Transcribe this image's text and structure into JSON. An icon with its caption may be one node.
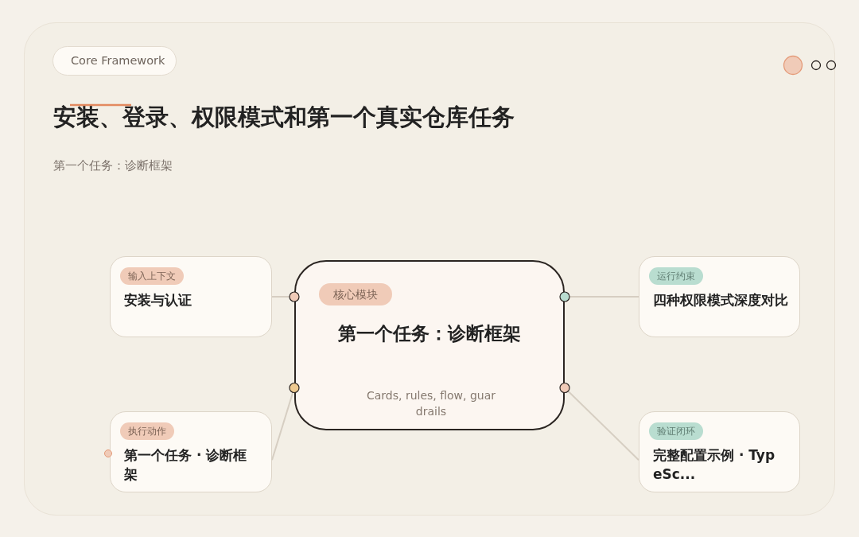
{
  "diagram": {
    "title": "安装、登录、权限模式和第一个真实仓库任务",
    "nodes": [
      {
        "text": [
          "核心模块",
          "第一个任务：诊断框架",
          "Cards, rules, flow, guardrails"
        ]
      },
      {
        "text": [
          "输入上下文",
          "安装与认证"
        ]
      },
      {
        "text": [
          "运行约束",
          "四种权限模式深度对比"
        ]
      },
      {
        "text": [
          "执行动作",
          "第一个任务 · 诊断框架"
        ]
      },
      {
        "text": [
          "验证闭环",
          "完整配置示例 · TypeSc..."
        ]
      }
    ],
    "edges": [
      {
        "from": 0,
        "to": 1,
        "arrow": "other"
      },
      {
        "from": 0,
        "to": 2,
        "arrow": "other"
      },
      {
        "from": 0,
        "to": 3,
        "arrow": "other"
      },
      {
        "from": 0,
        "to": 4,
        "arrow": "other"
      }
    ],
    "labels": [
      "Core Framework",
      "第一个任务：诊断框架"
    ]
  }
}
